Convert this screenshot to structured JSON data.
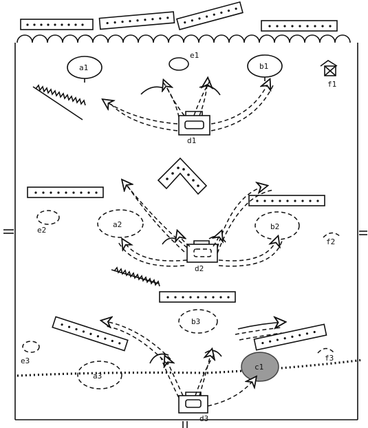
{
  "colors": {
    "ink": "#111111",
    "paper": "#ffffff",
    "highlight": "#9a9a9a"
  },
  "labels": {
    "a1": "a1",
    "e1": "e1",
    "b1": "b1",
    "f1": "f1",
    "d1": "d1",
    "e2": "e2",
    "a2": "a2",
    "b2": "b2",
    "f2": "f2",
    "d2": "d2",
    "b3": "b3",
    "e3": "e3",
    "a3": "a3",
    "c1": "c1",
    "f3": "f3",
    "d3": "d3"
  }
}
